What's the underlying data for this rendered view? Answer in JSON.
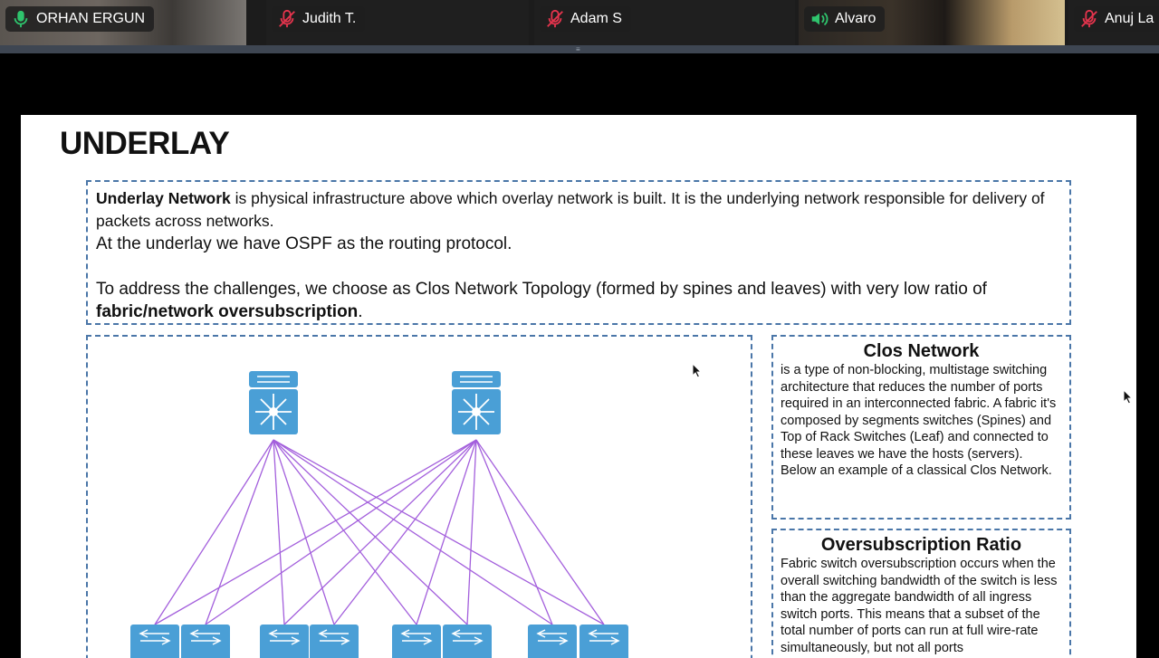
{
  "participants": [
    {
      "name": "ORHAN ERGUN",
      "mic": "on"
    },
    {
      "name": "Judith T.",
      "mic": "muted"
    },
    {
      "name": "Adam S",
      "mic": "muted"
    },
    {
      "name": "Alvaro",
      "mic": "speaking"
    },
    {
      "name": "Anuj La",
      "mic": "muted"
    }
  ],
  "colors": {
    "mic_on": "#2fc46d",
    "mic_muted": "#e5344d",
    "dashed_border": "#4a76a8",
    "link_lines": "#a35fdc",
    "switch_blue": "#4a9fd6"
  },
  "slide": {
    "title": "UNDERLAY",
    "intro": {
      "lead_bold": "Underlay Network",
      "lead_rest": " is physical infrastructure above which overlay network is built. It is the underlying network responsible for delivery of packets across networks.",
      "line2": "At the underlay we have OSPF as the routing protocol.",
      "line3_pre": "To address the challenges, we choose as Clos Network Topology (formed by spines and leaves) with very low ratio of ",
      "line3_bold": "fabric/network oversubscription",
      "line3_post": "."
    },
    "diagram": {
      "spines": 2,
      "leaves": 8,
      "spine_icon": "spine-switch-icon",
      "leaf_icon": "leaf-switch-icon"
    },
    "clos": {
      "title": "Clos Network",
      "body": "is a type of non-blocking, multistage switching architecture that reduces the number of ports required in an interconnected fabric. A fabric it's composed by segments switches (Spines) and Top of Rack Switches (Leaf) and connected to these leaves we have the hosts (servers).",
      "body2": "Below an example of a classical Clos Network."
    },
    "oversubscription": {
      "title": "Oversubscription Ratio",
      "body": "Fabric switch oversubscription occurs when the overall switching bandwidth of the switch is less than the aggregate bandwidth of all ingress switch ports. This means that a subset of the total number of ports can run at full wire-rate simultaneously, but not all ports"
    }
  }
}
